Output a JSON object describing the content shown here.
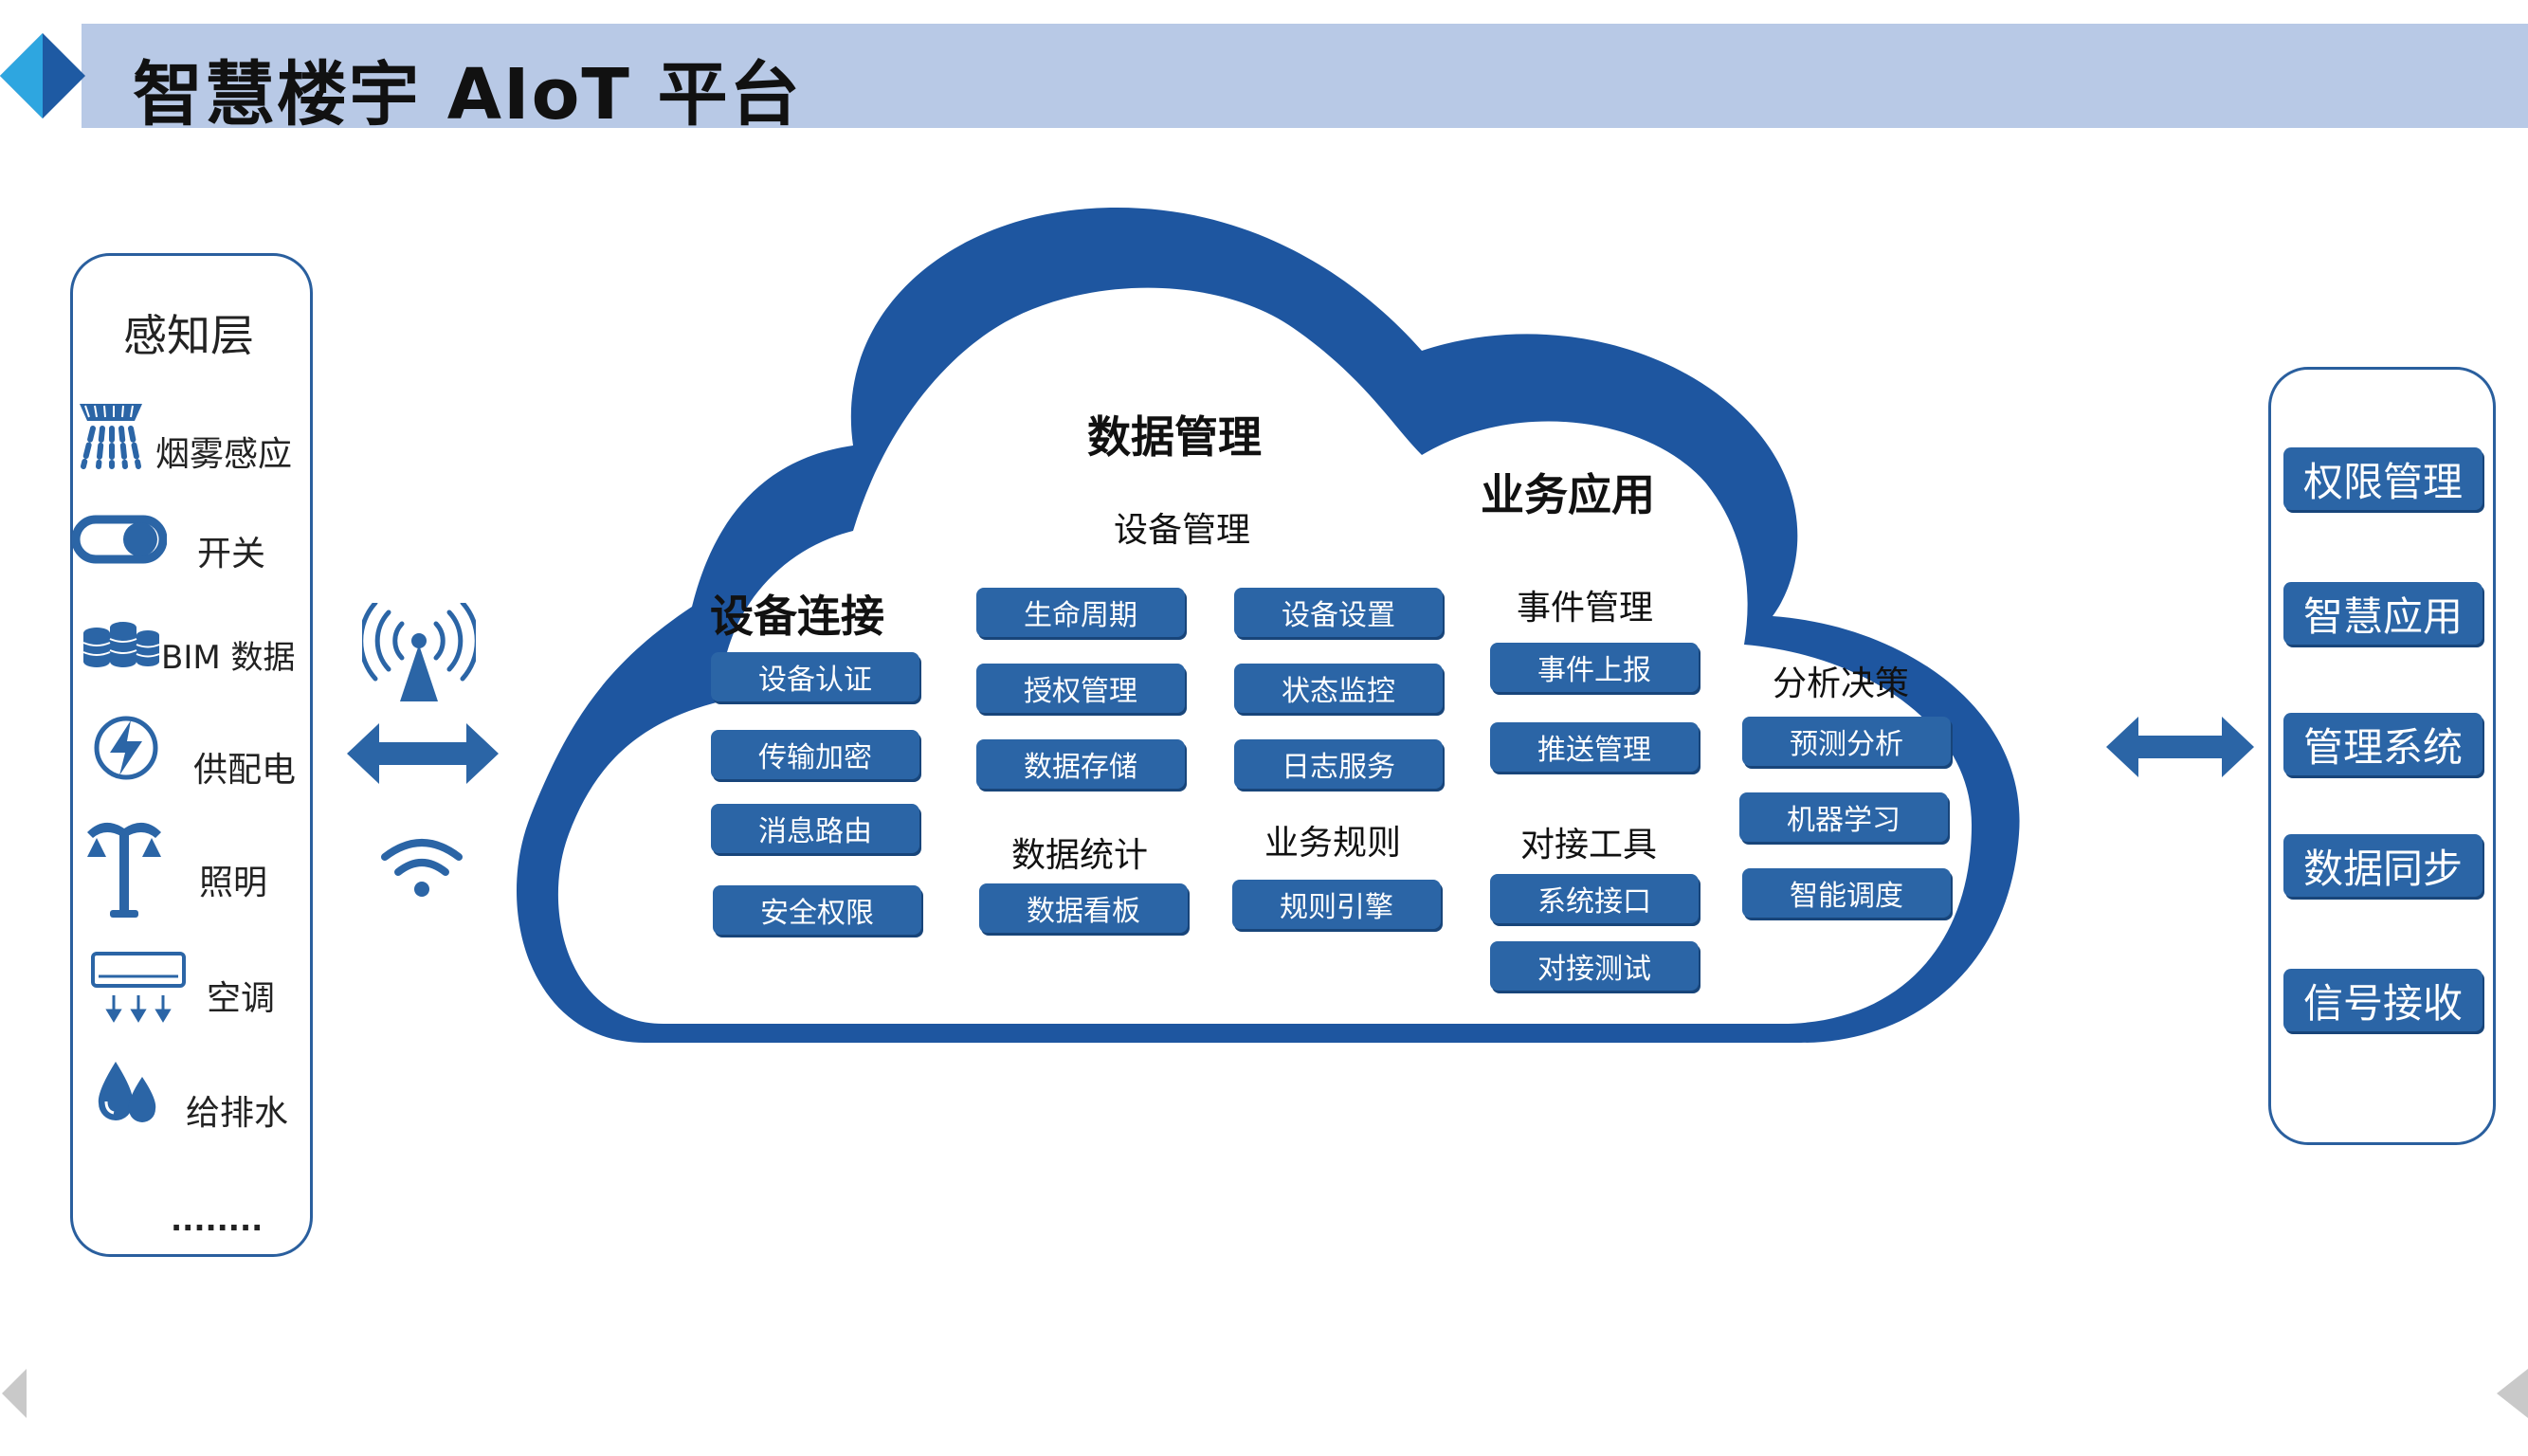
{
  "title": "智慧楼宇 AIoT 平台",
  "colors": {
    "primary": "#2b65a6",
    "dark": "#1e4f8f",
    "header": "#b8c9e6"
  },
  "perception": {
    "title": "感知层",
    "items": [
      {
        "label": "烟雾感应",
        "icon": "smoke-sensor-icon"
      },
      {
        "label": "开关",
        "icon": "toggle-switch-icon"
      },
      {
        "label": "BIM 数据",
        "icon": "database-icon"
      },
      {
        "label": "供配电",
        "icon": "lightning-icon"
      },
      {
        "label": "照明",
        "icon": "street-lamp-icon"
      },
      {
        "label": "空调",
        "icon": "air-conditioner-icon"
      },
      {
        "label": "给排水",
        "icon": "water-drop-icon"
      }
    ],
    "more": "........"
  },
  "cloud": {
    "device_connect": {
      "title": "设备连接",
      "items": [
        "设备认证",
        "传输加密",
        "消息路由",
        "安全权限"
      ]
    },
    "data_management": {
      "title": "数据管理",
      "device_mgmt": {
        "title": "设备管理",
        "col1": [
          "生命周期",
          "授权管理",
          "数据存储"
        ],
        "col2": [
          "设备设置",
          "状态监控",
          "日志服务"
        ]
      },
      "stats": {
        "title": "数据统计",
        "items": [
          "数据看板"
        ]
      },
      "rules": {
        "title": "业务规则",
        "items": [
          "规则引擎"
        ]
      }
    },
    "business": {
      "title": "业务应用",
      "events": {
        "title": "事件管理",
        "items": [
          "事件上报",
          "推送管理"
        ]
      },
      "tools": {
        "title": "对接工具",
        "items": [
          "系统接口",
          "对接测试"
        ]
      },
      "analysis": {
        "title": "分析决策",
        "items": [
          "预测分析",
          "机器学习",
          "智能调度"
        ]
      }
    }
  },
  "right_panel": {
    "items": [
      "权限管理",
      "智慧应用",
      "管理系统",
      "数据同步",
      "信号接收"
    ]
  }
}
